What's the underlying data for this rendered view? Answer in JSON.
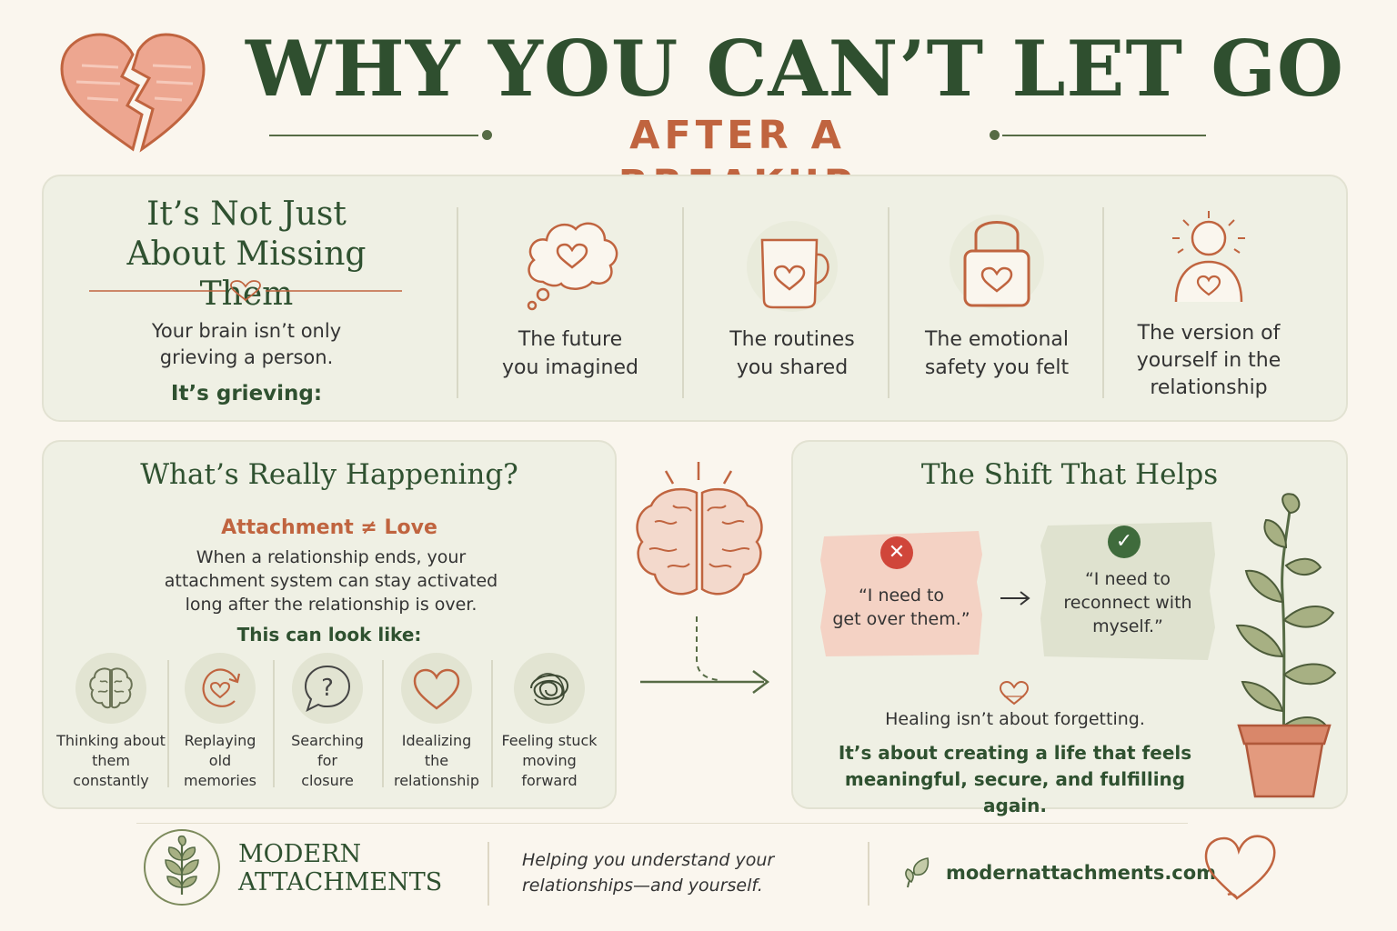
{
  "header": {
    "title": "WHY YOU CAN’T LET GO",
    "subtitle": "AFTER A BREAKUP"
  },
  "grieving": {
    "title_line1": "It’s Not Just",
    "title_line2": "About Missing Them",
    "text_line1": "Your brain isn’t only",
    "text_line2": "grieving a person.",
    "emphasis": "It’s grieving:",
    "items": [
      {
        "icon": "thought-cloud-heart-icon",
        "line1": "The future",
        "line2": "you imagined",
        "line3": ""
      },
      {
        "icon": "mug-heart-icon",
        "line1": "The routines",
        "line2": "you shared",
        "line3": ""
      },
      {
        "icon": "padlock-heart-icon",
        "line1": "The emotional",
        "line2": "safety you felt",
        "line3": ""
      },
      {
        "icon": "person-heart-icon",
        "line1": "The version of",
        "line2": "yourself in the",
        "line3": "relationship"
      }
    ]
  },
  "happening": {
    "title": "What’s Really Happening?",
    "attachment_label": "Attachment ≠ Love",
    "text_line1": "When a relationship ends, your",
    "text_line2": "attachment system can stay activated",
    "text_line3": "long after the relationship is over.",
    "look_label": "This can look like:",
    "items": [
      {
        "icon": "brain-icon",
        "line1": "Thinking about",
        "line2": "them",
        "line3": "constantly"
      },
      {
        "icon": "replay-heart-icon",
        "line1": "Replaying",
        "line2": "old",
        "line3": "memories"
      },
      {
        "icon": "question-bubble-icon",
        "line1": "Searching",
        "line2": "for",
        "line3": "closure"
      },
      {
        "icon": "heart-icon",
        "line1": "Idealizing",
        "line2": "the",
        "line3": "relationship"
      },
      {
        "icon": "tangle-icon",
        "line1": "Feeling stuck",
        "line2": "moving",
        "line3": "forward"
      }
    ]
  },
  "shift": {
    "title": "The Shift That Helps",
    "wrong_quote_line1": "“I need to",
    "wrong_quote_line2": "get over them.”",
    "right_quote_line1": "“I need to",
    "right_quote_line2": "reconnect with",
    "right_quote_line3": "myself.”",
    "wrong_symbol": "✕",
    "right_symbol": "✓",
    "text1": "Healing isn’t about forgetting.",
    "text2_line1": "It’s about creating a life that feels",
    "text2_line2": "meaningful, secure, and fulfilling again."
  },
  "footer": {
    "brand_line1": "MODERN",
    "brand_line2": "ATTACHMENTS",
    "tagline_line1": "Helping you understand your",
    "tagline_line2": "relationships—and yourself.",
    "website": "modernattachments.com"
  },
  "colors": {
    "green": "#2f5130",
    "rust": "#c0643f",
    "panel": "#eff0e4",
    "background": "#faf6ee"
  }
}
